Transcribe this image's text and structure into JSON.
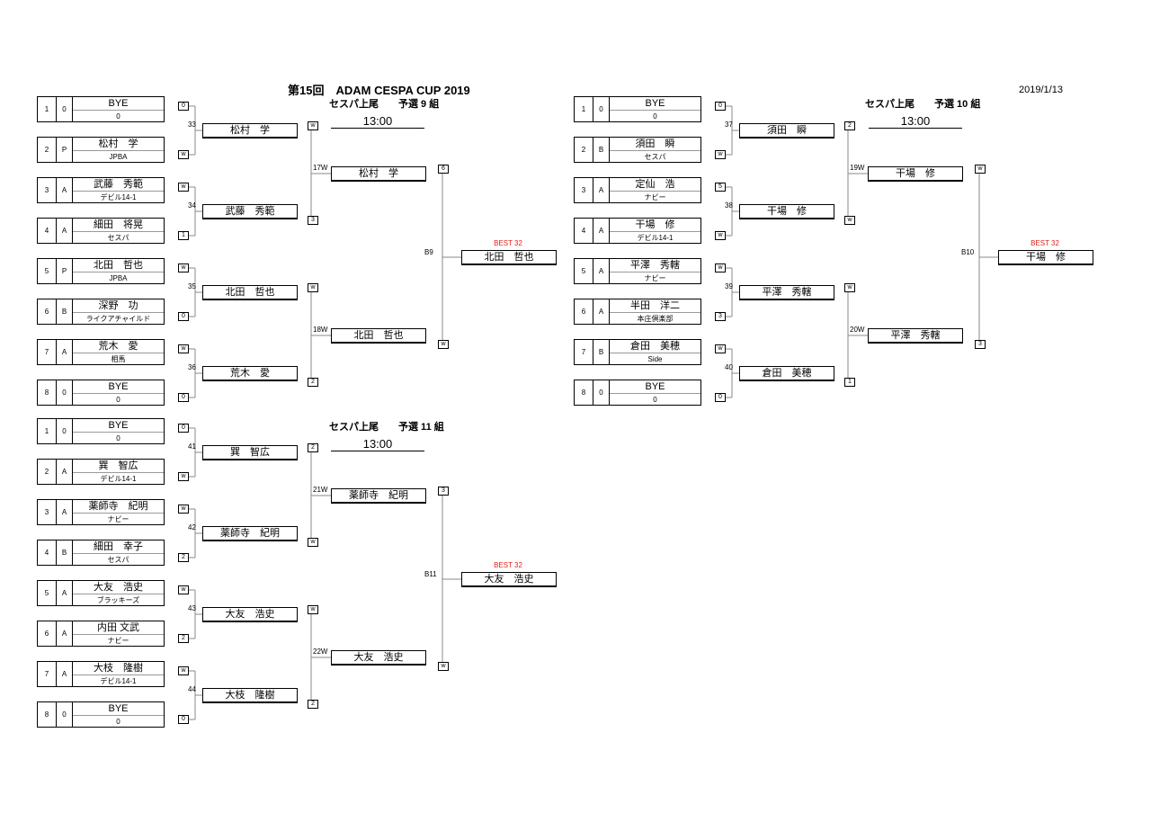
{
  "header": {
    "title": "第15回　ADAM CESPA CUP 2019",
    "date": "2019/1/13"
  },
  "groups": {
    "g9": {
      "title": "セスパ上尾　　予選 9 組",
      "time": "13:00",
      "entries": [
        {
          "seed": "1",
          "cls": "0",
          "name": "BYE",
          "team": "0",
          "score": "0"
        },
        {
          "seed": "2",
          "cls": "P",
          "name": "松村　学",
          "team": "JPBA",
          "score": "w"
        },
        {
          "seed": "3",
          "cls": "A",
          "name": "武藤　秀範",
          "team": "デビル14-1",
          "score": "w"
        },
        {
          "seed": "4",
          "cls": "A",
          "name": "細田　将晃",
          "team": "セスパ",
          "score": "1"
        },
        {
          "seed": "5",
          "cls": "P",
          "name": "北田　哲也",
          "team": "JPBA",
          "score": "w"
        },
        {
          "seed": "6",
          "cls": "B",
          "name": "深野　功",
          "team": "ライクアチャイルド",
          "score": "0"
        },
        {
          "seed": "7",
          "cls": "A",
          "name": "荒木　愛",
          "team": "相馬",
          "score": "w"
        },
        {
          "seed": "8",
          "cls": "0",
          "name": "BYE",
          "team": "0",
          "score": "0"
        }
      ],
      "r1": [
        {
          "no": "33",
          "winner": "松村　学",
          "score": "w"
        },
        {
          "no": "34",
          "winner": "武藤　秀範",
          "score": "3"
        },
        {
          "no": "35",
          "winner": "北田　哲也",
          "score": "w"
        },
        {
          "no": "36",
          "winner": "荒木　愛",
          "score": "2"
        }
      ],
      "r2": [
        {
          "no": "17W",
          "winner": "松村　学",
          "score": "6"
        },
        {
          "no": "18W",
          "winner": "北田　哲也",
          "score": "w"
        }
      ],
      "final": {
        "no": "B9",
        "winner": "北田　哲也",
        "label": "BEST 32"
      }
    },
    "g10": {
      "title": "セスパ上尾　　予選 10 組",
      "time": "13:00",
      "entries": [
        {
          "seed": "1",
          "cls": "0",
          "name": "BYE",
          "team": "0",
          "score": "0"
        },
        {
          "seed": "2",
          "cls": "B",
          "name": "須田　瞬",
          "team": "セスパ",
          "score": "w"
        },
        {
          "seed": "3",
          "cls": "A",
          "name": "定仙　浩",
          "team": "ナビー",
          "score": "5"
        },
        {
          "seed": "4",
          "cls": "A",
          "name": "干場　修",
          "team": "デビル14-1",
          "score": "w"
        },
        {
          "seed": "5",
          "cls": "A",
          "name": "平澤　秀轄",
          "team": "ナビー",
          "score": "w"
        },
        {
          "seed": "6",
          "cls": "A",
          "name": "半田　洋二",
          "team": "本庄倶楽部",
          "score": "3"
        },
        {
          "seed": "7",
          "cls": "B",
          "name": "倉田　美穂",
          "team": "Side",
          "score": "w"
        },
        {
          "seed": "8",
          "cls": "0",
          "name": "BYE",
          "team": "0",
          "score": "0"
        }
      ],
      "r1": [
        {
          "no": "37",
          "winner": "須田　瞬",
          "score": "2"
        },
        {
          "no": "38",
          "winner": "干場　修",
          "score": "w"
        },
        {
          "no": "39",
          "winner": "平澤　秀轄",
          "score": "w"
        },
        {
          "no": "40",
          "winner": "倉田　美穂",
          "score": "1"
        }
      ],
      "r2": [
        {
          "no": "19W",
          "winner": "干場　修",
          "score": "w"
        },
        {
          "no": "20W",
          "winner": "平澤　秀轄",
          "score": "3"
        }
      ],
      "final": {
        "no": "B10",
        "winner": "干場　修",
        "label": "BEST 32"
      }
    },
    "g11": {
      "title": "セスパ上尾　　予選 11 組",
      "time": "13:00",
      "entries": [
        {
          "seed": "1",
          "cls": "0",
          "name": "BYE",
          "team": "0",
          "score": "0"
        },
        {
          "seed": "2",
          "cls": "A",
          "name": "巽　智広",
          "team": "デビル14-1",
          "score": "w"
        },
        {
          "seed": "3",
          "cls": "A",
          "name": "薬師寺　紀明",
          "team": "ナビー",
          "score": "w"
        },
        {
          "seed": "4",
          "cls": "B",
          "name": "細田　幸子",
          "team": "セスパ",
          "score": "2"
        },
        {
          "seed": "5",
          "cls": "A",
          "name": "大友　浩史",
          "team": "ブラッキーズ",
          "score": "w"
        },
        {
          "seed": "6",
          "cls": "A",
          "name": "内田 文武",
          "team": "ナビー",
          "score": "2"
        },
        {
          "seed": "7",
          "cls": "A",
          "name": "大枝　隆樹",
          "team": "デビル14-1",
          "score": "w"
        },
        {
          "seed": "8",
          "cls": "0",
          "name": "BYE",
          "team": "0",
          "score": "0"
        }
      ],
      "r1": [
        {
          "no": "41",
          "winner": "巽　智広",
          "score": "2"
        },
        {
          "no": "42",
          "winner": "薬師寺　紀明",
          "score": "w"
        },
        {
          "no": "43",
          "winner": "大友　浩史",
          "score": "w"
        },
        {
          "no": "44",
          "winner": "大枝　隆樹",
          "score": "2"
        }
      ],
      "r2": [
        {
          "no": "21W",
          "winner": "薬師寺　紀明",
          "score": "3"
        },
        {
          "no": "22W",
          "winner": "大友　浩史",
          "score": "w"
        }
      ],
      "final": {
        "no": "B11",
        "winner": "大友　浩史",
        "label": "BEST 32"
      }
    }
  }
}
